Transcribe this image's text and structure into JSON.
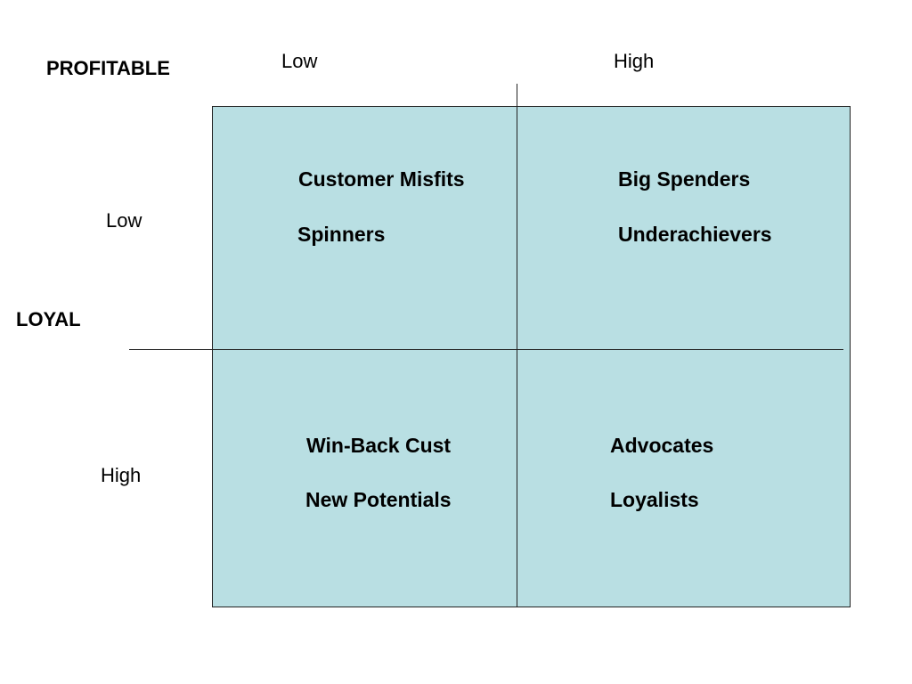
{
  "axes": {
    "profitable": {
      "title": "PROFITABLE",
      "low": "Low",
      "high": "High"
    },
    "loyal": {
      "title": "LOYAL",
      "low": "Low",
      "high": "High"
    }
  },
  "colors": {
    "quadrant_fill": "#b9dfe3",
    "lines": "#222222"
  },
  "quadrants": {
    "low_loyal_low_profit": [
      "Customer Misfits",
      "Spinners"
    ],
    "low_loyal_high_profit": [
      "Big Spenders",
      "Underachievers"
    ],
    "high_loyal_low_profit": [
      "Win-Back Cust",
      "New Potentials"
    ],
    "high_loyal_high_profit": [
      "Advocates",
      "Loyalists"
    ]
  }
}
